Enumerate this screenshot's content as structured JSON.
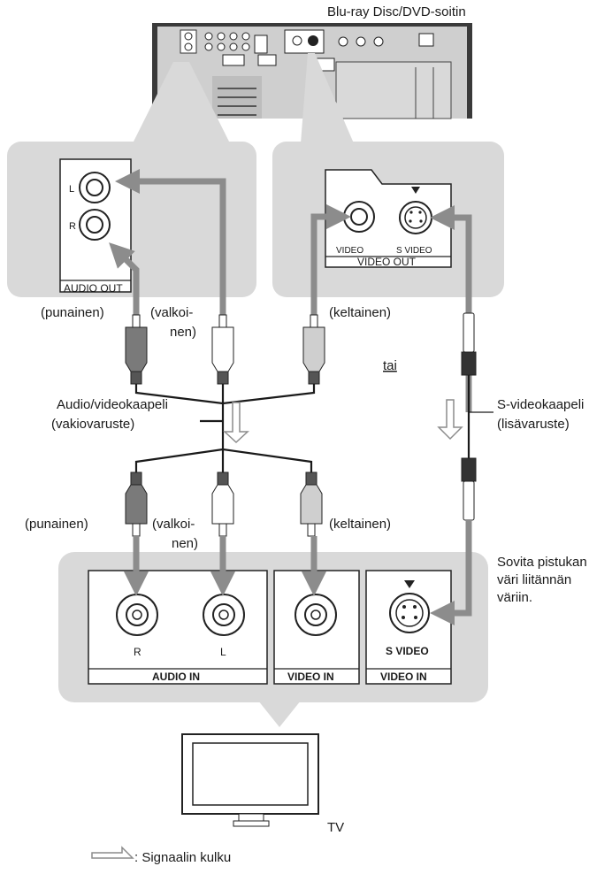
{
  "device": {
    "title": "Blu-ray Disc/DVD-soitin"
  },
  "player_audio_panel": {
    "left_label": "L",
    "right_label": "R",
    "section_label": "AUDIO OUT"
  },
  "player_video_panel": {
    "video_label": "VIDEO",
    "svideo_label": "S VIDEO",
    "section_label": "VIDEO OUT"
  },
  "upper_plugs": {
    "red": "(punainen)",
    "white_line1": "(valkoi-",
    "white_line2": "nen)",
    "yellow": "(keltainen)"
  },
  "or_label": "tai",
  "av_cable": {
    "line1": "Audio/videokaapeli",
    "line2": "(vakiovaruste)"
  },
  "svideo_cable": {
    "line1": "S-videokaapeli",
    "line2": "(lisävaruste)"
  },
  "lower_plugs": {
    "red": "(punainen)",
    "white_line1": "(valkoi-",
    "white_line2": "nen)",
    "yellow": "(keltainen)"
  },
  "hint": {
    "line1": "Sovita pistukan",
    "line2": "väri liitännän",
    "line3": "väriin."
  },
  "tv_panel": {
    "audio_r": "R",
    "audio_l": "L",
    "audio_in": "AUDIO IN",
    "video_in": "VIDEO IN",
    "svideo_label": "S VIDEO",
    "svideo_in": "VIDEO IN"
  },
  "tv_label": "TV",
  "legend": {
    "text": ": Signaalin kulku"
  },
  "colors": {
    "panel": "#d9d9d9",
    "arrow": "#8c8c8c",
    "cable": "#1a1a1a",
    "red_plug": "#7a7a7a",
    "white_plug": "#ffffff"
  }
}
